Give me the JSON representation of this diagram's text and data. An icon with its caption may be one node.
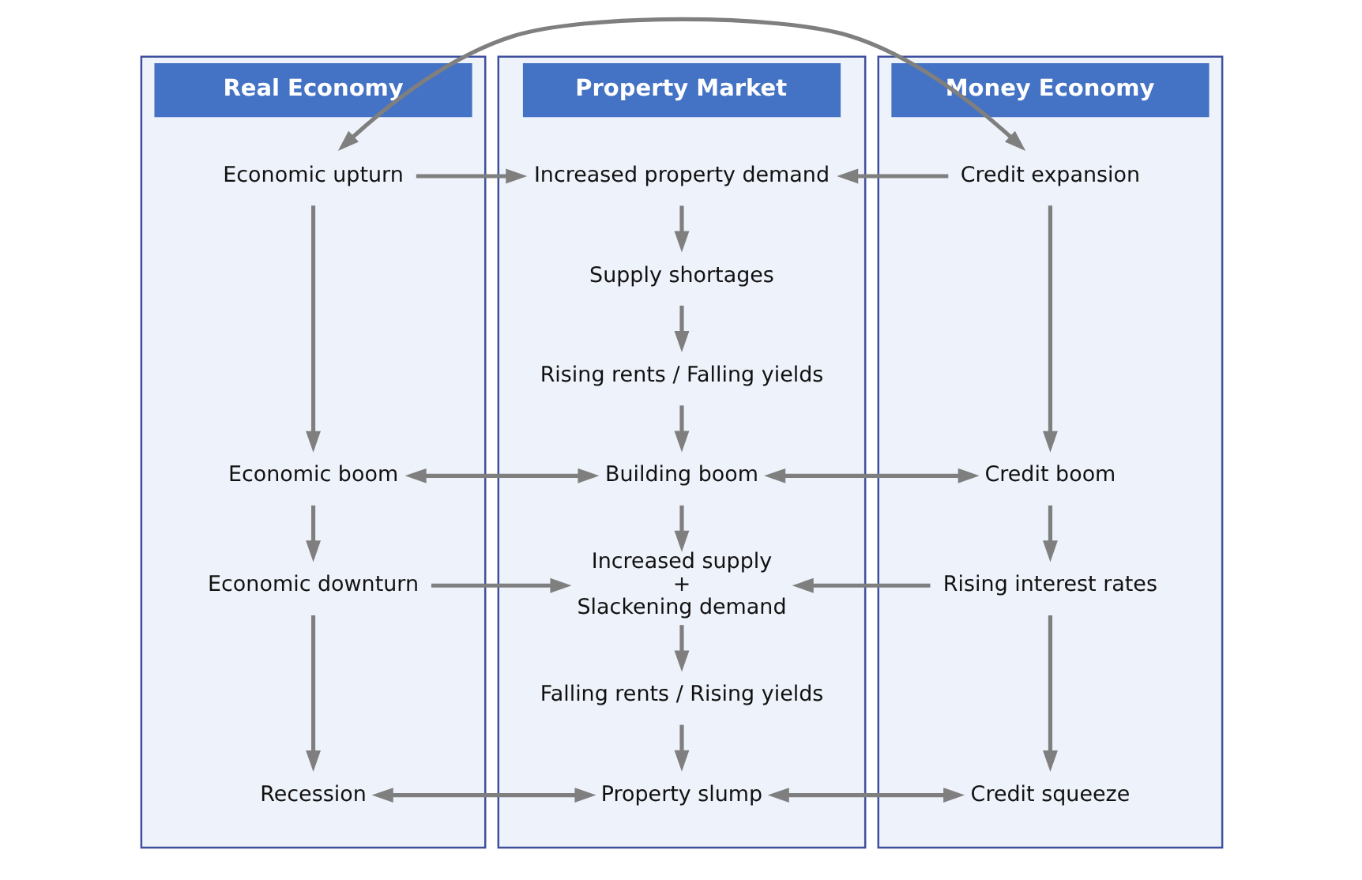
{
  "diagram": {
    "nodes": [
      {
        "text": [
          "Real Economy"
        ]
      },
      {
        "text": [
          "Economic upturn"
        ],
        "in": 0
      },
      {
        "text": [
          "Economic boom"
        ],
        "in": 0
      },
      {
        "text": [
          "Economic downturn"
        ],
        "in": 0
      },
      {
        "text": [
          "Recession"
        ],
        "in": 0
      },
      {
        "text": [
          "Property Market"
        ]
      },
      {
        "text": [
          "Increased property demand"
        ],
        "in": 5
      },
      {
        "text": [
          "Supply shortages"
        ],
        "in": 5
      },
      {
        "text": [
          "Rising rents / Falling yields"
        ],
        "in": 5
      },
      {
        "text": [
          "Building boom"
        ],
        "in": 5
      },
      {
        "text": [
          "Increased supply + Slackening demand"
        ],
        "in": 5
      },
      {
        "text": [
          "Falling rents / Rising yields"
        ],
        "in": 5
      },
      {
        "text": [
          "Property slump"
        ],
        "in": 5
      },
      {
        "text": [
          "Money Economy"
        ]
      },
      {
        "text": [
          "Credit expansion"
        ],
        "in": 13
      },
      {
        "text": [
          "Credit boom"
        ],
        "in": 13
      },
      {
        "text": [
          "Rising interest rates"
        ],
        "in": 13
      },
      {
        "text": [
          "Credit squeeze"
        ],
        "in": 13
      }
    ],
    "edges": [
      {
        "from": 1,
        "to": 14,
        "arrow": "both"
      },
      {
        "from": 1,
        "to": 6,
        "arrow": "to"
      },
      {
        "from": 14,
        "to": 6,
        "arrow": "to"
      },
      {
        "from": 1,
        "to": 2,
        "arrow": "to"
      },
      {
        "from": 14,
        "to": 15,
        "arrow": "to"
      },
      {
        "from": 6,
        "to": 7,
        "arrow": "to"
      },
      {
        "from": 7,
        "to": 8,
        "arrow": "to"
      },
      {
        "from": 8,
        "to": 9,
        "arrow": "to"
      },
      {
        "from": 2,
        "to": 9,
        "arrow": "both"
      },
      {
        "from": 9,
        "to": 15,
        "arrow": "both"
      },
      {
        "from": 2,
        "to": 3,
        "arrow": "to"
      },
      {
        "from": 9,
        "to": 10,
        "arrow": "to"
      },
      {
        "from": 15,
        "to": 16,
        "arrow": "to"
      },
      {
        "from": 3,
        "to": 10,
        "arrow": "to"
      },
      {
        "from": 16,
        "to": 10,
        "arrow": "to"
      },
      {
        "from": 10,
        "to": 11,
        "arrow": "to"
      },
      {
        "from": 11,
        "to": 12,
        "arrow": "to"
      },
      {
        "from": 3,
        "to": 4,
        "arrow": "to"
      },
      {
        "from": 16,
        "to": 17,
        "arrow": "to"
      },
      {
        "from": 4,
        "to": 12,
        "arrow": "both"
      },
      {
        "from": 12,
        "to": 17,
        "arrow": "both"
      }
    ]
  }
}
